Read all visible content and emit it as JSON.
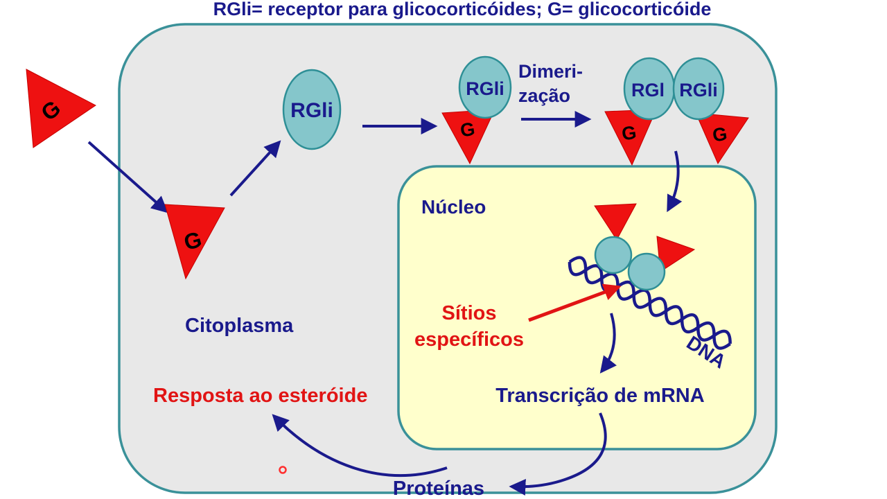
{
  "title": "RGli= receptor para glicocorticóides; G= glicocorticóide",
  "colors": {
    "navy": "#1a1a8c",
    "red": "#e11414",
    "triangle_red": "#ee1111",
    "teal_fill": "#85c6cb",
    "teal_stroke": "#2e8f96",
    "membrane_stroke": "#3a9199",
    "cell_fill": "#e8e8e8",
    "nucleus_fill": "#ffffcc",
    "g_letter": "#000000"
  },
  "cell": {
    "cytoplasm_label": "Citoplasma"
  },
  "nucleus": {
    "label": "Núcleo",
    "dna_label": "DNA",
    "sites_line1": "Sítios",
    "sites_line2": "específicos",
    "transcription_label": "Transcrição de mRNA"
  },
  "molecules": {
    "g_outside": "G",
    "g_cytoplasm": "G",
    "receptor_free": "RGli",
    "monomer_receptor": "RGli",
    "monomer_g": "G",
    "dimer_receptor_left": "RGl",
    "dimer_receptor_right": "RGli",
    "dimer_g_left": "G",
    "dimer_g_right": "G",
    "bound_g_left": "",
    "bound_g_right": ""
  },
  "process": {
    "dimerization_line1": "Dimeri-",
    "dimerization_line2": "zação",
    "response_label": "Resposta ao esteróide",
    "proteins_label": "Proteínas"
  }
}
